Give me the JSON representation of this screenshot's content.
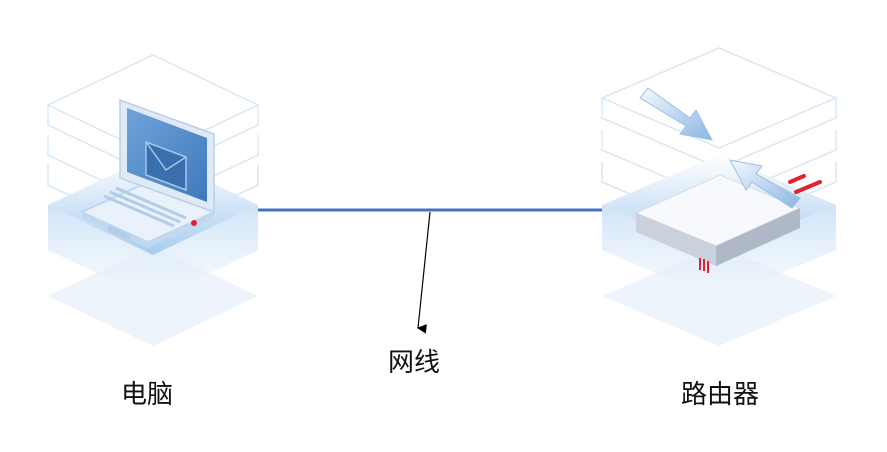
{
  "nodes": {
    "computer": {
      "label": "电脑",
      "icon": "laptop-mail-icon"
    },
    "router": {
      "label": "路由器",
      "icon": "router-icon"
    }
  },
  "edge": {
    "label": "网线",
    "color": "#4472C4"
  },
  "colors": {
    "platform": "#BFD8F2",
    "arrow": "#000000",
    "accent": "#E2212E"
  }
}
